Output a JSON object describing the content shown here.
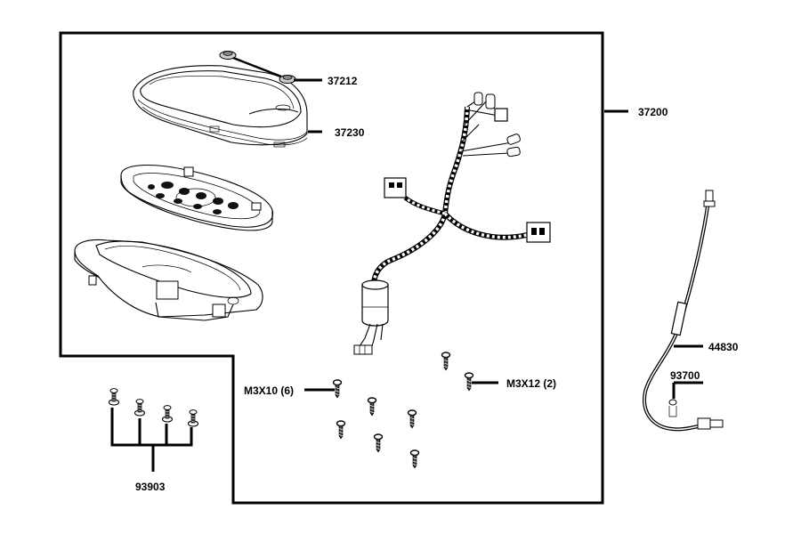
{
  "callouts": {
    "assembly": "37200",
    "grommet": "37212",
    "cover": "37230",
    "cable": "44830",
    "clip_screw": "93700",
    "screw_set": "93903",
    "screw_long": "M3X10 (6)",
    "screw_short": "M3X12 (2)"
  }
}
